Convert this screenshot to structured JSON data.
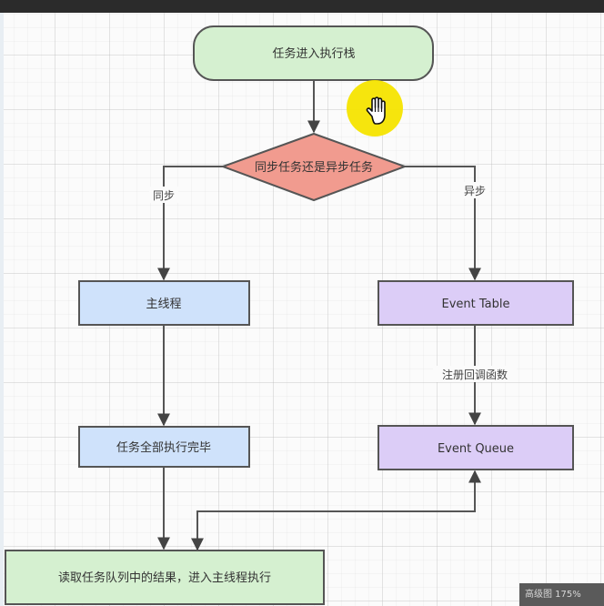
{
  "diagram": {
    "nodes": {
      "start": {
        "label": "任务进入执行栈"
      },
      "decision": {
        "label": "同步任务还是异步任务"
      },
      "main_thread": {
        "label": "主线程"
      },
      "event_table": {
        "label": "Event Table"
      },
      "tasks_done": {
        "label": "任务全部执行完毕"
      },
      "event_queue": {
        "label": "Event Queue"
      },
      "read_queue": {
        "label": "读取任务队列中的结果，进入主线程执行"
      }
    },
    "edges": {
      "sync": {
        "label": "同步"
      },
      "async": {
        "label": "异步"
      },
      "register": {
        "label": "注册回调函数"
      }
    }
  },
  "colors": {
    "green_fill": "#d5f0d0",
    "red_fill": "#f19b8f",
    "blue_fill": "#cfe2fb",
    "purple_fill": "#dccdf7",
    "stroke": "#555555",
    "cursor_highlight": "#f5e400"
  },
  "cursor": {
    "icon": "hand-pointer-icon"
  },
  "statusbar": {
    "zoom_label": "高级图 175%"
  }
}
